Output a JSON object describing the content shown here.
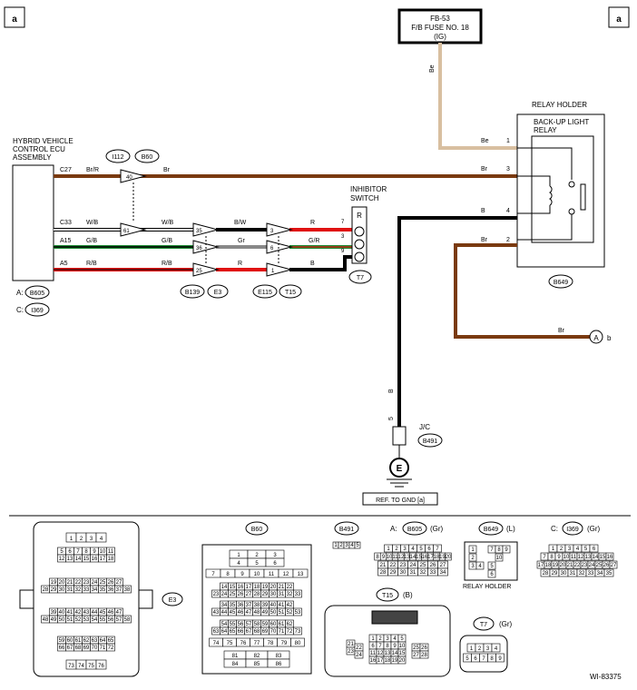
{
  "corner_labels": {
    "left": "a",
    "right": "a"
  },
  "fuse": {
    "line1": "FB-53",
    "line2": "F/B FUSE NO. 18",
    "line3": "(IG)"
  },
  "ecu": {
    "line1": "HYBRID VEHICLE",
    "line2": "CONTROL ECU",
    "line3": "ASSEMBLY",
    "conn_a_label": "A:",
    "conn_a": "B605",
    "conn_c_label": "C:",
    "conn_c": "I369"
  },
  "relay": {
    "holder": "RELAY HOLDER",
    "name1": "BACK-UP LIGHT",
    "name2": "RELAY",
    "connector": "B649"
  },
  "inhibitor": {
    "line1": "INHIBITOR",
    "line2": "SWITCH",
    "connector": "T7",
    "pin_r": "R"
  },
  "top_connectors": {
    "i112": "I112",
    "b60": "B60"
  },
  "bottom_connectors": {
    "b139": "B139",
    "e3": "E3",
    "e115": "E115",
    "t15": "T15"
  },
  "wires": {
    "be_vertical": "Be",
    "ecu_pins": [
      "C27",
      "C33",
      "A15",
      "A5"
    ],
    "ecu_colors": [
      "Br/R",
      "W/B",
      "G/B",
      "R/B"
    ],
    "row1_mid": "Br",
    "row2_mid": "W/B",
    "row2_mid2": "B/W",
    "row2_end": "R",
    "row3_mid": "G/B",
    "row3_mid2": "Gr",
    "row3_end": "G/R",
    "row4_mid": "R/B",
    "row4_mid2": "R",
    "row4_end": "B",
    "connector_pins": {
      "c40": "40",
      "c61": "61",
      "c35": "35",
      "c36": "36",
      "c25": "25",
      "c3": "3",
      "c6": "6",
      "c1": "1"
    },
    "inhibitor_pins": [
      "7",
      "3",
      "9"
    ],
    "relay_wire_colors": {
      "be": "Be",
      "br3": "Br",
      "b4": "B",
      "br2": "Br"
    },
    "relay_pins": [
      "1",
      "3",
      "4",
      "2"
    ],
    "ground_vertical": "B",
    "ground_pin": "5",
    "br_to_a": "Br",
    "ref_a": "A",
    "ref_b": "b"
  },
  "jc": {
    "label": "J/C",
    "connector": "B491",
    "ground_symbol": "E",
    "ref": "REF. TO GND  [a]"
  },
  "bottom": {
    "e3_label": "E3",
    "e3_rows": [
      [
        "1",
        "2",
        "3",
        "4"
      ],
      [
        "5",
        "6",
        "7",
        "8",
        "9",
        "10",
        "11"
      ],
      [
        "12",
        "13",
        "14",
        "15",
        "16",
        "17",
        "18"
      ],
      [
        "19",
        "20",
        "21",
        "22",
        "23",
        "24",
        "25",
        "26",
        "27"
      ],
      [
        "28",
        "29",
        "30",
        "31",
        "32",
        "33",
        "34",
        "35",
        "36",
        "37",
        "38"
      ],
      [
        "39",
        "40",
        "41",
        "42",
        "43",
        "44",
        "45",
        "46",
        "47"
      ],
      [
        "48",
        "49",
        "50",
        "51",
        "52",
        "53",
        "54",
        "55",
        "56",
        "57",
        "58"
      ],
      [
        "59",
        "60",
        "61",
        "62",
        "63",
        "64",
        "65"
      ],
      [
        "66",
        "67",
        "68",
        "69",
        "70",
        "71",
        "72"
      ],
      [
        "73",
        "74",
        "75",
        "76"
      ]
    ],
    "b60_label": "B60",
    "b60_rows": [
      [
        "1",
        "2",
        "3"
      ],
      [
        "4",
        "5",
        "6"
      ],
      [
        "7",
        "8",
        "9",
        "10",
        "11",
        "12",
        "13"
      ],
      [
        "14",
        "15",
        "16",
        "17",
        "18",
        "19",
        "20",
        "21",
        "22"
      ],
      [
        "23",
        "24",
        "25",
        "26",
        "27",
        "28",
        "29",
        "30",
        "31",
        "32",
        "33"
      ],
      [
        "34",
        "35",
        "36",
        "37",
        "38",
        "39",
        "40",
        "41",
        "42"
      ],
      [
        "43",
        "44",
        "45",
        "46",
        "47",
        "48",
        "49",
        "50",
        "51",
        "52",
        "53"
      ],
      [
        "54",
        "55",
        "56",
        "57",
        "58",
        "59",
        "60",
        "61",
        "62"
      ],
      [
        "63",
        "64",
        "65",
        "66",
        "67",
        "68",
        "69",
        "70",
        "71",
        "72",
        "73"
      ],
      [
        "74",
        "75",
        "76",
        "77",
        "78",
        "79",
        "80"
      ],
      [
        "81",
        "82",
        "83"
      ],
      [
        "84",
        "85",
        "86"
      ]
    ],
    "b491_label": "B491",
    "b491_pins": [
      "1",
      "2",
      "3",
      "4",
      "5"
    ],
    "b605_prefix": "A:",
    "b605_label": "B605",
    "b605_color": "(Gr)",
    "b605_rows": [
      [
        "1",
        "2",
        "3",
        "4",
        "5",
        "6",
        "7"
      ],
      [
        "8",
        "9",
        "10",
        "11",
        "12",
        "13",
        "14",
        "15",
        "16",
        "17",
        "18",
        "19",
        "20"
      ],
      [
        "21",
        "22",
        "23",
        "24",
        "25",
        "26",
        "27"
      ],
      [
        "28",
        "29",
        "30",
        "31",
        "32",
        "33",
        "34"
      ]
    ],
    "t15_label": "T15",
    "t15_color": "(B)",
    "t15_rows": [
      [
        "1",
        "2",
        "3",
        "4",
        "5"
      ],
      [
        "6",
        "7",
        "8",
        "9",
        "10"
      ],
      [
        "11",
        "12",
        "13",
        "14",
        "15"
      ],
      [
        "16",
        "17",
        "18",
        "19",
        "20"
      ]
    ],
    "t15_side": [
      "21",
      "22",
      "23",
      "24",
      "25",
      "26",
      "27",
      "28"
    ],
    "b649_label": "B649",
    "b649_color": "(L)",
    "b649_pins": [
      "1",
      "7",
      "8",
      "9",
      "2",
      "10",
      "3",
      "4",
      "5",
      "6"
    ],
    "relay_holder_label": "RELAY HOLDER",
    "i369_prefix": "C:",
    "i369_label": "I369",
    "i369_color": "(Gr)",
    "i369_rows": [
      [
        "1",
        "2",
        "3",
        "4",
        "5",
        "6"
      ],
      [
        "7",
        "8",
        "9",
        "10",
        "11",
        "12",
        "13",
        "14",
        "15",
        "16"
      ],
      [
        "17",
        "18",
        "19",
        "20",
        "21",
        "22",
        "23",
        "24",
        "25",
        "26",
        "27"
      ],
      [
        "28",
        "29",
        "30",
        "31",
        "32",
        "33",
        "34",
        "35"
      ]
    ],
    "t7_label": "T7",
    "t7_color": "(Gr)",
    "t7_rows": [
      [
        "1",
        "2",
        "3",
        "4"
      ],
      [
        "5",
        "6",
        "7",
        "8",
        "9"
      ]
    ],
    "doc_id": "WI-83375"
  },
  "colors": {
    "brown": "#7a3a10",
    "beige": "#d8bfa0",
    "black": "#000000",
    "red": "#e01010",
    "green": "#1a8a30",
    "gray": "#888888",
    "white": "#ffffff"
  }
}
